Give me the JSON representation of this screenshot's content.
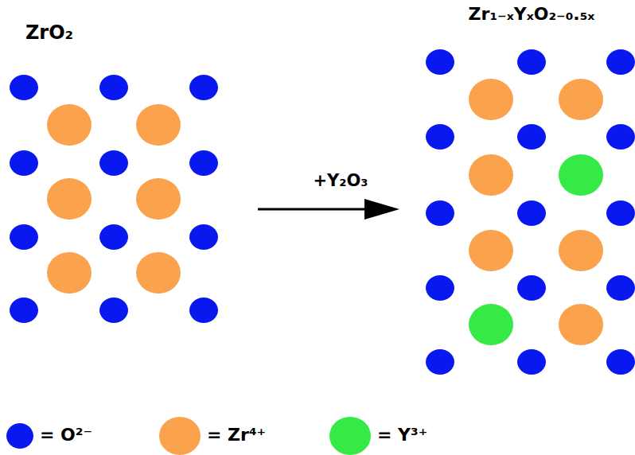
{
  "diagram": {
    "labels": [
      "ZrO₂",
      "Zr₁₋ₓYₓO₂₋₀.₅ₓ",
      "+Y₂O₃"
    ],
    "legend": [
      {
        "text": "= O²⁻",
        "color": "#0a18f0"
      },
      {
        "text": "= Zr⁴⁺",
        "color": "#fba24c"
      },
      {
        "text": "= Y³⁺",
        "color": "#35ea47"
      }
    ]
  }
}
